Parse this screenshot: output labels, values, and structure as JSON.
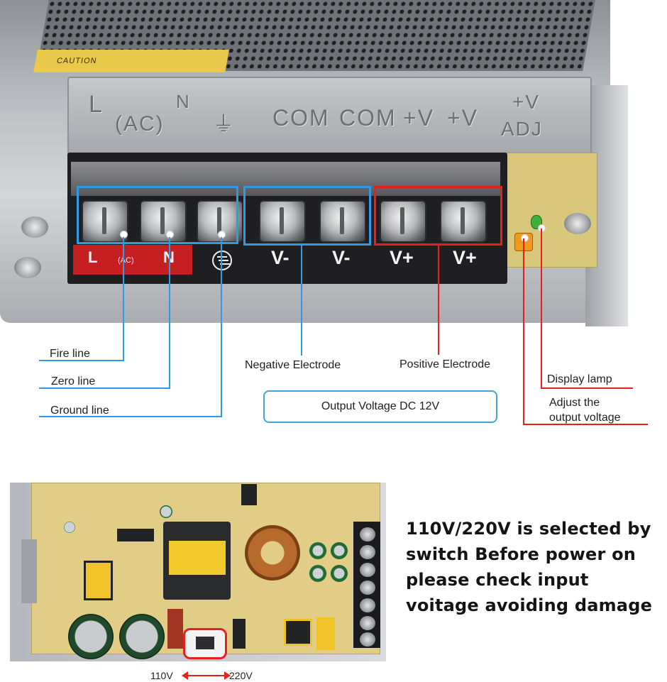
{
  "psu": {
    "caution_text": "CAUTION",
    "emboss_labels": [
      "L",
      "(AC)",
      "N",
      "COM",
      "COM",
      "+V",
      "+V",
      "+V",
      "ADJ"
    ],
    "terminal_labels": {
      "l": "L",
      "ac": "(AC)",
      "n": "N",
      "vneg1": "V-",
      "vneg2": "V-",
      "vpos1": "V+",
      "vpos2": "V+"
    }
  },
  "callouts": {
    "fire_line": "Fire line",
    "zero_line": "Zero line",
    "ground_line": "Ground line",
    "negative_electrode": "Negative Electrode",
    "positive_electrode": "Positive Electrode",
    "display_lamp": "Display lamp",
    "adjust_voltage_1": "Adjust the",
    "adjust_voltage_2": "output voltage",
    "output_voltage": "Output Voltage DC 12V"
  },
  "switch": {
    "left_label": "110V",
    "right_label": "220V"
  },
  "warning": {
    "text": "110V/220V is selected by switch Before power on please check input voitage avoiding damage"
  },
  "colors": {
    "highlight_blue": "#2f9be6",
    "highlight_red": "#e8201c",
    "terminal_red": "#c61f22"
  }
}
